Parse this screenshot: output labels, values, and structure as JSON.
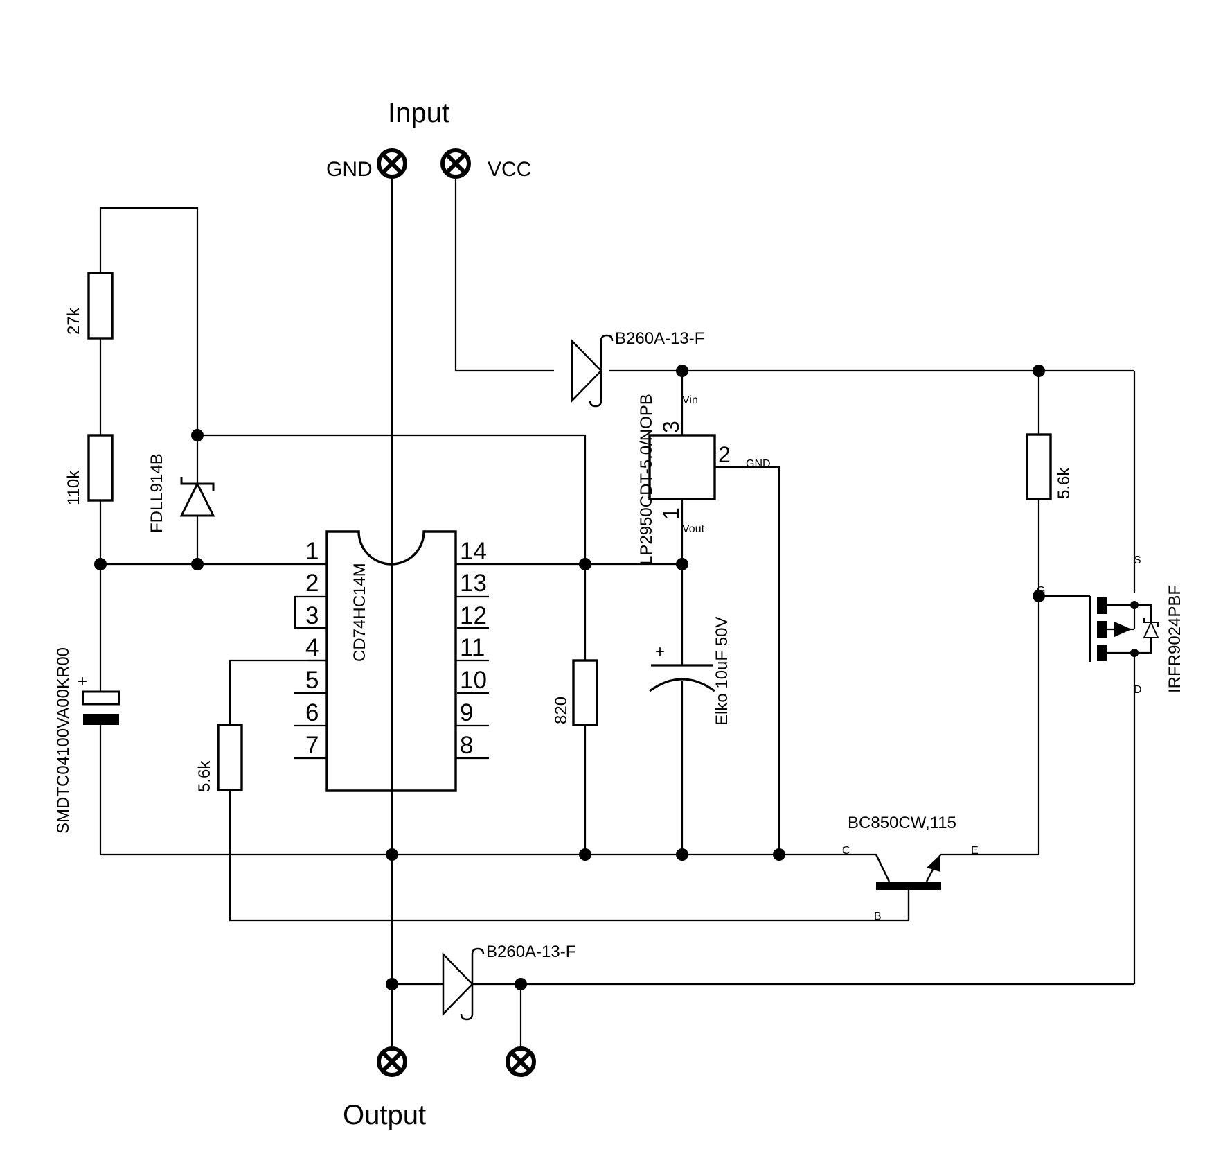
{
  "labels": {
    "input": "Input",
    "output": "Output",
    "gnd_in": "GND",
    "vcc": "VCC"
  },
  "components": {
    "r_27k": "27k",
    "r_110k": "110k",
    "zener": "FDLL914B",
    "cap_tant": "SMDTC04100VA00KR00",
    "cap_plus": "+",
    "ic": "CD74HC14M",
    "r_5k6_left": "5.6k",
    "r_820": "820",
    "elko": "Elko 10uF 50V",
    "elko_plus": "+",
    "diode_top": "B260A-13-F",
    "diode_bottom": "B260A-13-F",
    "regulator": "LP2950CDT-5.0/NOPB",
    "r_5k6_right": "5.6k",
    "mosfet": "IRFR9024PBF",
    "transistor": "BC850CW,115"
  },
  "regulator_pins": {
    "pin3": "3",
    "pin2": "2",
    "pin1": "1",
    "vin": "Vin",
    "gnd": "GND",
    "vout": "Vout"
  },
  "ic_pins": {
    "p1": "1",
    "p2": "2",
    "p3": "3",
    "p4": "4",
    "p5": "5",
    "p6": "6",
    "p7": "7",
    "p8": "8",
    "p9": "9",
    "p10": "10",
    "p11": "11",
    "p12": "12",
    "p13": "13",
    "p14": "14"
  },
  "mosfet_pins": {
    "s": "S",
    "g": "G",
    "d": "D"
  },
  "transistor_pins": {
    "c": "C",
    "e": "E",
    "b": "B"
  }
}
